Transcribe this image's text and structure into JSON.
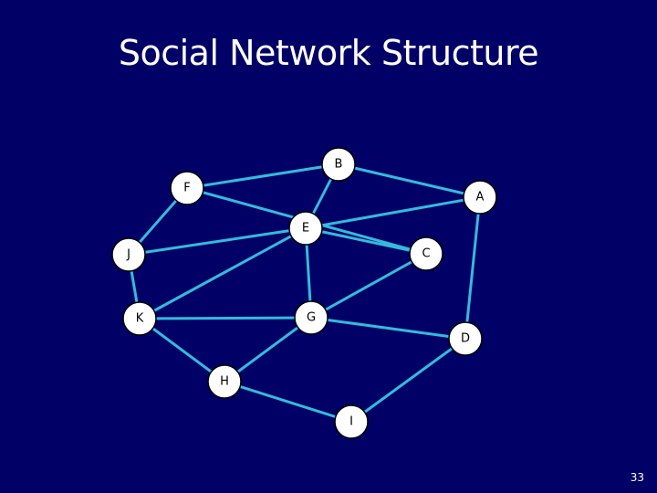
{
  "slide": {
    "title": "Social Network Structure",
    "number": "33"
  },
  "colors": {
    "background": "#000066",
    "edge": "#33bbdd",
    "node_fill": "#ffffff",
    "node_stroke": "#000000"
  },
  "graph": {
    "nodes": [
      {
        "id": "A",
        "label": "A"
      },
      {
        "id": "B",
        "label": "B"
      },
      {
        "id": "C",
        "label": "C"
      },
      {
        "id": "D",
        "label": "D"
      },
      {
        "id": "E",
        "label": "E"
      },
      {
        "id": "F",
        "label": "F"
      },
      {
        "id": "G",
        "label": "G"
      },
      {
        "id": "H",
        "label": "H"
      },
      {
        "id": "I",
        "label": "I"
      },
      {
        "id": "J",
        "label": "J"
      },
      {
        "id": "K",
        "label": "K"
      }
    ],
    "edges": [
      [
        "F",
        "B"
      ],
      [
        "B",
        "A"
      ],
      [
        "B",
        "E"
      ],
      [
        "F",
        "J"
      ],
      [
        "F",
        "C"
      ],
      [
        "A",
        "E"
      ],
      [
        "A",
        "D"
      ],
      [
        "E",
        "J"
      ],
      [
        "E",
        "C"
      ],
      [
        "E",
        "G"
      ],
      [
        "E",
        "K"
      ],
      [
        "J",
        "K"
      ],
      [
        "K",
        "G"
      ],
      [
        "K",
        "H"
      ],
      [
        "C",
        "G"
      ],
      [
        "G",
        "D"
      ],
      [
        "G",
        "H"
      ],
      [
        "H",
        "I"
      ],
      [
        "I",
        "D"
      ]
    ]
  }
}
